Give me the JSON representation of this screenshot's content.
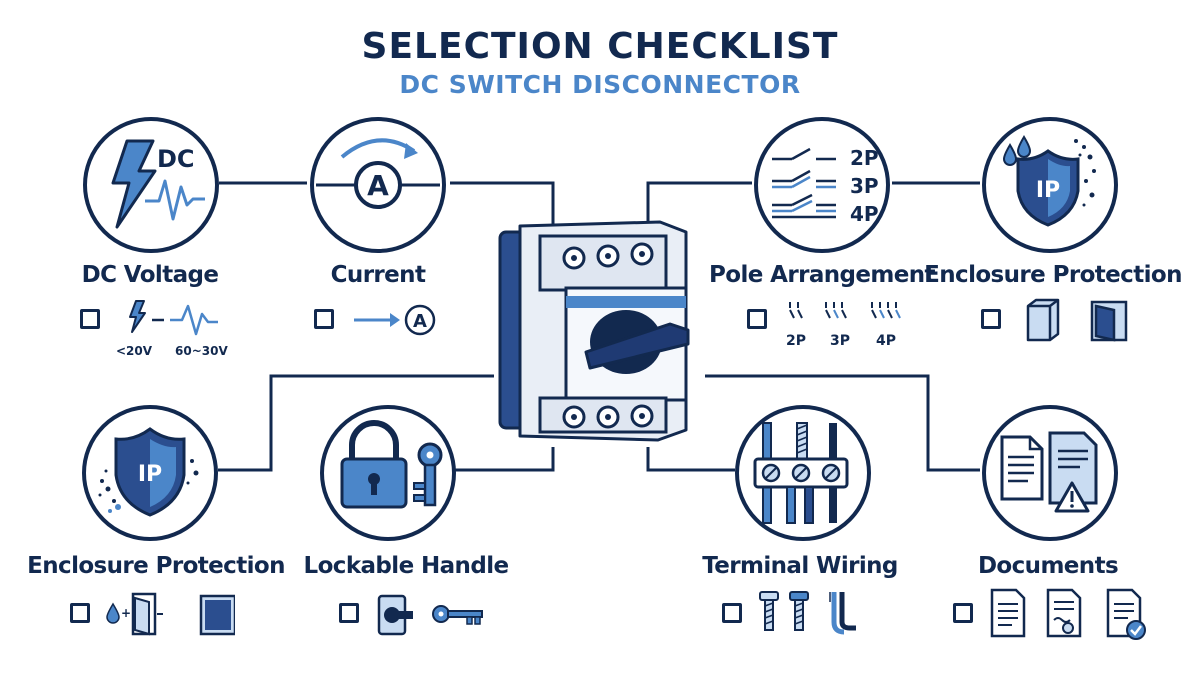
{
  "header": {
    "title": "SELECTION CHECKLIST",
    "subtitle": "DC SWITCH DISCONNECTOR"
  },
  "colors": {
    "navy": "#12294f",
    "accent_blue": "#4b86c9",
    "light_blue": "#c9dcf2"
  },
  "items": {
    "dc_voltage": {
      "label": "DC Voltage",
      "icon_text": "DC",
      "option_1": "<20V",
      "option_2": "60~30V",
      "icons": [
        "lightning-icon",
        "waveform-icon"
      ]
    },
    "current": {
      "label": "Current",
      "icon_text": "A",
      "icons": [
        "ammeter-icon",
        "arrow-right-icon"
      ]
    },
    "pole_arrangement": {
      "label": "Pole Arrangement",
      "icon_labels": [
        "2P",
        "3P",
        "4P"
      ],
      "options": [
        "2P",
        "3P",
        "4P"
      ]
    },
    "enclosure_protection_top": {
      "label": "Enclosure Protection",
      "icon_text": "IP",
      "icons": [
        "water-drop-icon",
        "shield-icon",
        "box-icon",
        "open-box-icon"
      ]
    },
    "enclosure_protection_bottom": {
      "label": "Enclosure Protection",
      "icon_text": "IP",
      "icons": [
        "water-drop-icon",
        "door-icon",
        "box-icon"
      ]
    },
    "lockable_handle": {
      "label": "Lockable Handle",
      "icons": [
        "padlock-icon",
        "key-icon"
      ]
    },
    "terminal_wiring": {
      "label": "Terminal Wiring",
      "icons": [
        "terminal-block-icon",
        "screw-icon",
        "wire-icon"
      ]
    },
    "documents": {
      "label": "Documents",
      "icons": [
        "document-icon",
        "certificate-icon",
        "warning-icon",
        "approved-document-icon"
      ]
    }
  }
}
